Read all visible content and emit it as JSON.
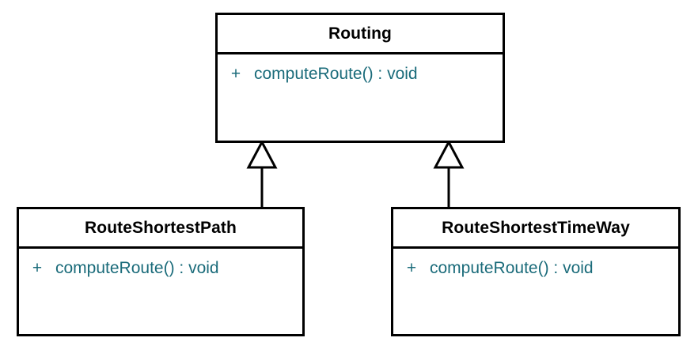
{
  "diagram": {
    "type": "uml-class-diagram",
    "background_color": "#ffffff",
    "border_color": "#000000",
    "member_text_color": "#1a6b7a",
    "class_name_color": "#000000",
    "classes": [
      {
        "id": "routing",
        "name": "Routing",
        "members": [
          {
            "visibility": "+",
            "signature": "computeRoute() : void"
          }
        ]
      },
      {
        "id": "route-shortest-path",
        "name": "RouteShortestPath",
        "members": [
          {
            "visibility": "+",
            "signature": "computeRoute() : void"
          }
        ]
      },
      {
        "id": "route-shortest-time-way",
        "name": "RouteShortestTimeWay",
        "members": [
          {
            "visibility": "+",
            "signature": "computeRoute() : void"
          }
        ]
      }
    ],
    "relationships": [
      {
        "type": "generalization",
        "from": "route-shortest-path",
        "to": "routing",
        "arrow": "hollow-triangle"
      },
      {
        "type": "generalization",
        "from": "route-shortest-time-way",
        "to": "routing",
        "arrow": "hollow-triangle"
      }
    ]
  }
}
